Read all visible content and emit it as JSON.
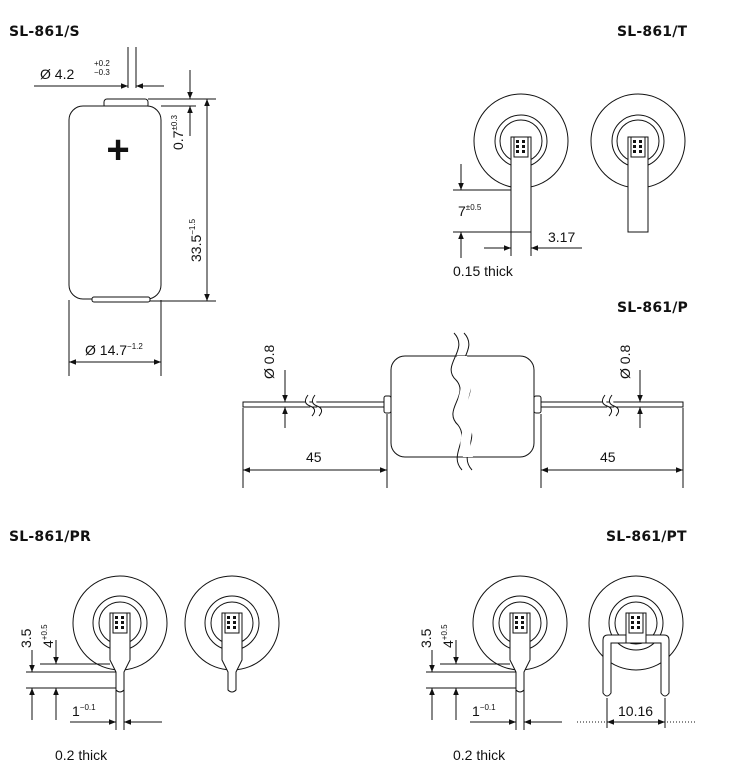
{
  "titles": {
    "s": "SL-861/S",
    "t": "SL-861/T",
    "p": "SL-861/P",
    "pr": "SL-861/PR",
    "pt": "SL-861/PT"
  },
  "s_view": {
    "dia_top_sym": "Ø 4.2",
    "dia_top_tol_plus": "+0.2",
    "dia_top_tol_minus": "−0.3",
    "cap_height": "0.7",
    "cap_height_tol": "±0.3",
    "length": "33.5",
    "length_tol": "−1.5",
    "dia_body": "Ø 14.7",
    "dia_body_tol": "−1.2",
    "plus_symbol": "+"
  },
  "t_view": {
    "tab_length": "7",
    "tab_length_tol": "±0.5",
    "tab_width": "3.17",
    "thickness": "0.15 thick"
  },
  "p_view": {
    "wire_dia_left": "Ø 0.8",
    "wire_dia_right": "Ø 0.8",
    "lead_left": "45",
    "lead_right": "45"
  },
  "pr_view": {
    "dim_a": "3.5",
    "dim_b": "4",
    "dim_b_tol": "+0.5",
    "pin_width": "1",
    "pin_width_tol": "−0.1",
    "thickness": "0.2 thick"
  },
  "pt_view": {
    "dim_a": "3.5",
    "dim_b": "4",
    "dim_b_tol": "+0.5",
    "pin_width": "1",
    "pin_width_tol": "−0.1",
    "pin_spacing": "10.16",
    "thickness": "0.2 thick"
  }
}
